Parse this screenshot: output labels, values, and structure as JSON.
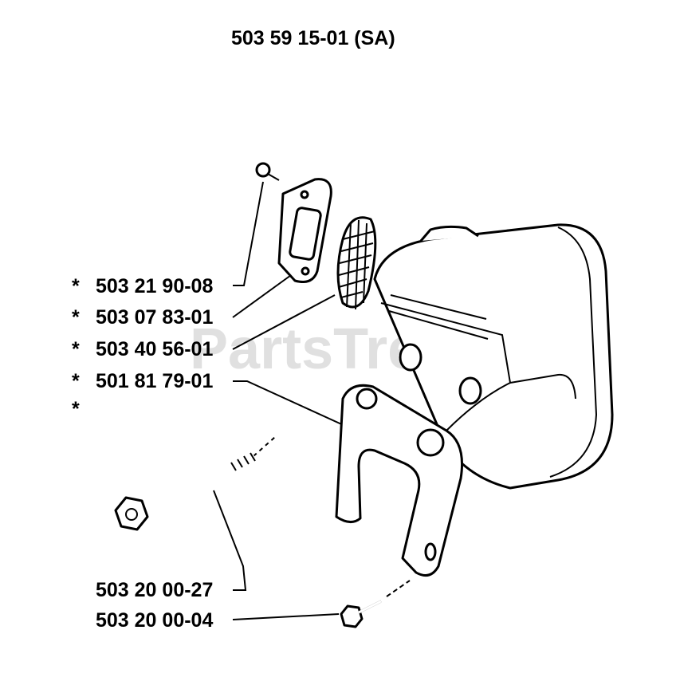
{
  "title": "503 59 15-01 (SA)",
  "watermark": "PartsTree",
  "callouts": {
    "c1": "503 21 90-08",
    "c2": "503 07 83-01",
    "c3": "503 40 56-01",
    "c4": "501 81 79-01",
    "c5": "503 20 00-27",
    "c6": "503 20 00-04"
  },
  "marker": "*"
}
